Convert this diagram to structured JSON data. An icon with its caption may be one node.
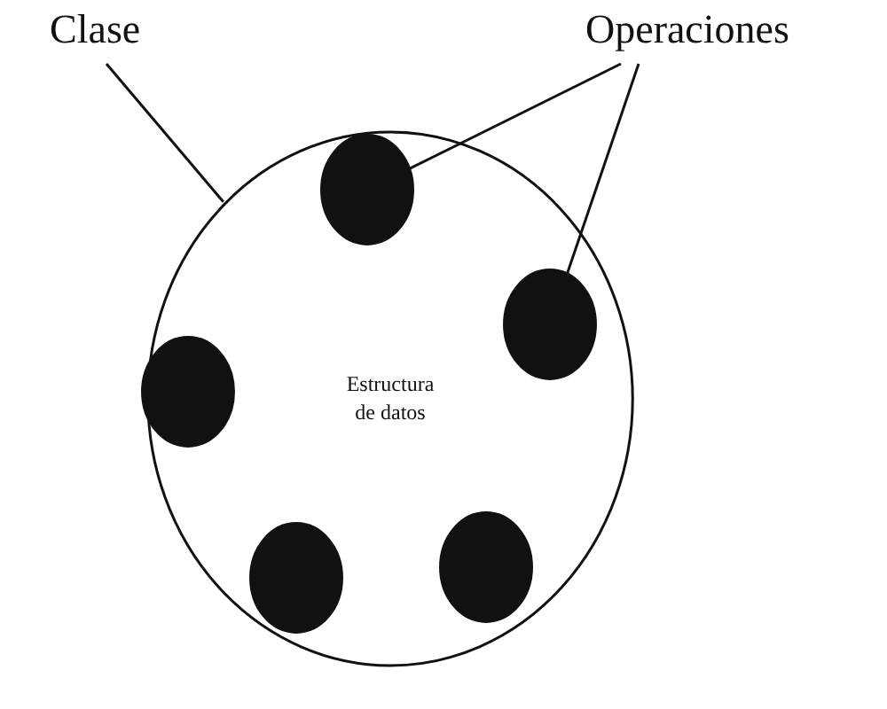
{
  "diagram": {
    "nodes": [
      {
        "text": [
          "Clase"
        ]
      },
      {
        "text": [
          "Operaciones"
        ]
      },
      {
        "text": [
          "Estructura de datos"
        ]
      },
      {
        "text": [],
        "shape": "circle",
        "in": 2
      },
      {
        "text": [],
        "shape": "circle",
        "in": 2
      },
      {
        "text": [],
        "shape": "circle",
        "in": 2
      },
      {
        "text": [],
        "shape": "circle",
        "in": 2
      },
      {
        "text": [],
        "shape": "circle",
        "in": 2
      }
    ],
    "edges": [
      {
        "from": 0,
        "to": 2,
        "arrow": "none"
      },
      {
        "from": 1,
        "to": 3,
        "arrow": "none"
      },
      {
        "from": 1,
        "to": 4,
        "arrow": "none"
      }
    ]
  }
}
